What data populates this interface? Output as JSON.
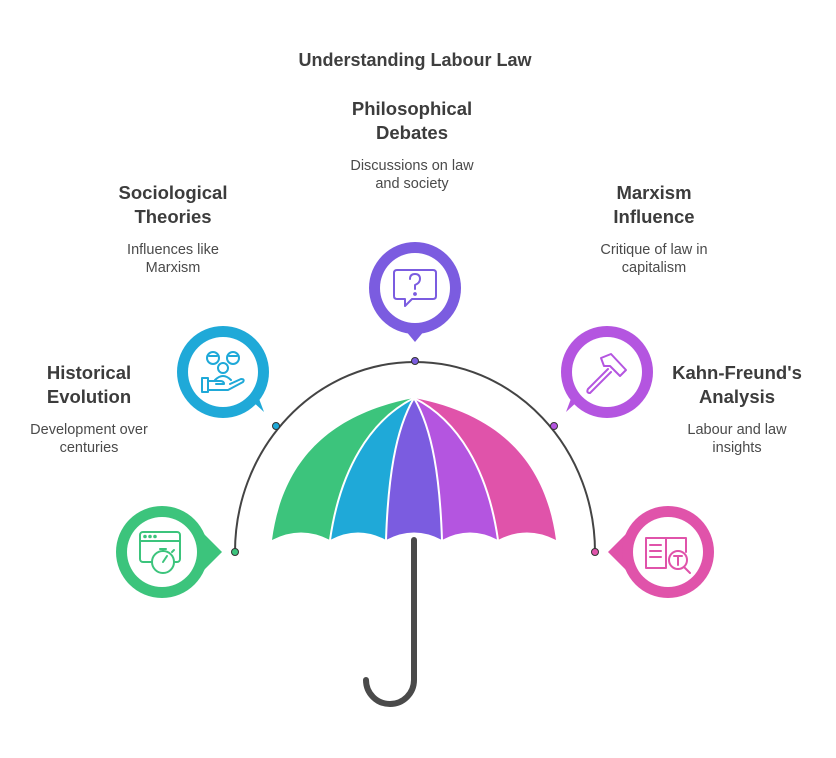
{
  "title": "Understanding Labour Law",
  "items": [
    {
      "key": "historical",
      "label_lines": [
        "Historical",
        "Evolution"
      ],
      "desc_lines": [
        "Development over",
        "centuries"
      ],
      "color": "#3cc47c",
      "icon": "stopwatch-browser-icon"
    },
    {
      "key": "sociological",
      "label_lines": [
        "Sociological",
        "Theories"
      ],
      "desc_lines": [
        "Influences like",
        "Marxism"
      ],
      "color": "#1fa9d8",
      "icon": "people-hand-icon"
    },
    {
      "key": "philosophical",
      "label_lines": [
        "Philosophical",
        "Debates"
      ],
      "desc_lines": [
        "Discussions on law",
        "and society"
      ],
      "color": "#7b5ce0",
      "icon": "question-bubble-icon"
    },
    {
      "key": "marxism",
      "label_lines": [
        "Marxism",
        "Influence"
      ],
      "desc_lines": [
        "Critique of law in",
        "capitalism"
      ],
      "color": "#b455e0",
      "icon": "hammer-icon"
    },
    {
      "key": "kahn",
      "label_lines": [
        "Kahn-Freund's",
        "Analysis"
      ],
      "desc_lines": [
        "Labour and law",
        "insights"
      ],
      "color": "#e053aa",
      "icon": "book-search-icon"
    }
  ],
  "umbrella": {
    "panel_colors": [
      "#3cc47c",
      "#1fa9d8",
      "#7b5ce0",
      "#b455e0",
      "#e053aa"
    ],
    "handle_color": "#4a4a4a"
  }
}
